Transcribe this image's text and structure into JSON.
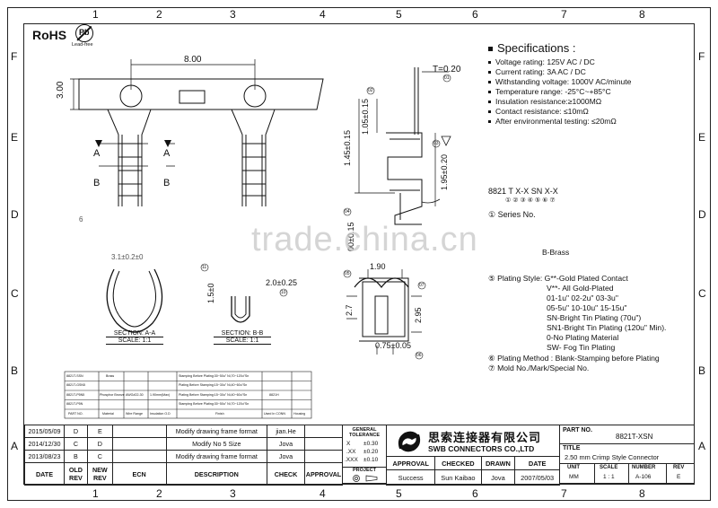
{
  "badges": {
    "rohs": "RoHS",
    "pb": "Pb",
    "lead_free": "Lead-free"
  },
  "grid": {
    "columns": [
      "1",
      "2",
      "3",
      "4",
      "5",
      "6",
      "7",
      "8"
    ],
    "rows": [
      "F",
      "E",
      "D",
      "C",
      "B",
      "A"
    ]
  },
  "dimensions": {
    "width_8": "8.00",
    "height_3": "3.00",
    "thickness": "T=0.20",
    "d105": "1.05±0.15",
    "d145": "1.45±0.15",
    "d195": "1.95±0.20",
    "d100": "00±0.15",
    "d15": "1.5±0",
    "d20": "2.0±0.25",
    "d190": "1.90",
    "d275": "2.7",
    "d295": "2.95",
    "d075": "0.75±0.05",
    "b_brass": "B-Brass",
    "partial": "3.1±0.2±0",
    "d6": "6"
  },
  "callouts": {
    "c01": "01",
    "c02": "02",
    "c03": "03",
    "c04": "04",
    "c05": "05",
    "c06": "06",
    "c07": "07",
    "c08": "08",
    "c09": "09",
    "c10": "10",
    "c11": "11"
  },
  "sections": {
    "a_marker": "A",
    "b_marker": "B",
    "aa_title": "SECTION: A-A",
    "aa_scale": "SCALE: 1:1",
    "bb_title": "SECTION: B-B",
    "bb_scale": "SCALE: 1:1"
  },
  "specs": {
    "title": "Specifications :",
    "items": [
      "Voltage rating: 125V AC / DC",
      "Current rating: 3A  AC / DC",
      "Withstanding voltage: 1000V AC/minute",
      "Temperature range: -25°C~+85°C",
      "Insulation resistance:≥1000MΩ",
      "Contact resistance: ≤10mΩ",
      "After environmental testing:  ≤20mΩ"
    ],
    "code": "8821 T X-X SN X-X",
    "code_marks": "①   ②   ③   ④  ⑤  ⑥  ⑦",
    "series": "① Series No.",
    "plating_lines": [
      "⑤ Plating Style: G**-Gold Plated Contact",
      "V**- All Gold-Plated",
      "01-1u\"    02-2u\"   03-3u\"",
      "05-5u\"    10-10u\"  15-15u\"",
      "SN-Bright Tin Plating (70u\")",
      "SN1-Bright Tin Plating (120u\" Min).",
      "0-No Plating Material",
      "SW- Fog Tin Plating"
    ],
    "method": "⑥ Plating Method : Blank-Stamping before Plating",
    "mold": "⑦ Mold No./Mark/Special No."
  },
  "parts_table": {
    "rows": [
      [
        "8821T-SSN",
        "Brass",
        "",
        "",
        "Stamping Before Plating:30~50u\" Ni,70~120u\"Sn",
        "",
        ""
      ],
      [
        "8821T-GSN5",
        "",
        "",
        "",
        "Plating Before Stamping:15~30u\" Ni,40~60u\"Sn",
        "",
        ""
      ],
      [
        "8821T-P5N5",
        "Phosphor Bronze",
        "AWG#22-30",
        "1.90mm(Max)",
        "Plating Before Stamping:15~30u\" Ni,40~60u\"Sn",
        "8821H",
        ""
      ],
      [
        "8821T-P5N",
        "",
        "",
        "",
        "Stamping Before Plating:30~50u\" Ni,70~120u\"Sn",
        "",
        ""
      ],
      [
        "PART NO.",
        "Material",
        "Wire Range",
        "Insulation O.D",
        "Finish",
        "Used In CONN",
        "Housing"
      ]
    ]
  },
  "revisions": [
    {
      "date": "2015/05/09",
      "old": "D",
      "new": "E",
      "ecn": "",
      "desc": "Modify drawing frame format",
      "check": "jian.He",
      "approval": ""
    },
    {
      "date": "2014/12/30",
      "old": "C",
      "new": "D",
      "ecn": "",
      "desc": "Modify No 5 Size",
      "check": "Jova",
      "approval": ""
    },
    {
      "date": "2013/08/23",
      "old": "B",
      "new": "C",
      "ecn": "",
      "desc": "Modify drawing frame format",
      "check": "Jova",
      "approval": ""
    }
  ],
  "rev_headers": {
    "date": "DATE",
    "old": "OLD REV",
    "new": "NEW REV",
    "ecn": "ECN",
    "desc": "DESCRIPTION",
    "check": "CHECK",
    "approval": "APPROVAL"
  },
  "tolerance": {
    "title": "GENERAL TOLERANCE",
    "x": "X",
    "x_val": "±0.30",
    "xx": ".XX",
    "xx_val": "±0.20",
    "xxx": ".XXX",
    "xxx_val": "±0.10",
    "project": "PROJECT"
  },
  "company": {
    "cn": "思索连接器有限公司",
    "en": "SWB CONNECTORS CO.,LTD"
  },
  "sign": {
    "approval": "APPROVAL",
    "checked": "CHECKED",
    "drawn": "DRAWN",
    "date": "DATE",
    "approval_val": "Success",
    "checked_val": "Sun Kaibao",
    "drawn_val": "Jova",
    "date_val": "2007/05/03"
  },
  "titleblock": {
    "part_no_label": "PART NO.",
    "part_no": "8821T-XSN",
    "title_label": "TITLE",
    "title": "2.50 mm Crimp Style Connector",
    "unit_label": "UNIT",
    "unit": "MM",
    "scale_label": "SCALE",
    "scale": "1 : 1",
    "number_label": "NUMBER",
    "number": "A-106",
    "rev_label": "REV",
    "rev": "E"
  },
  "watermark": "trade.china.cn"
}
